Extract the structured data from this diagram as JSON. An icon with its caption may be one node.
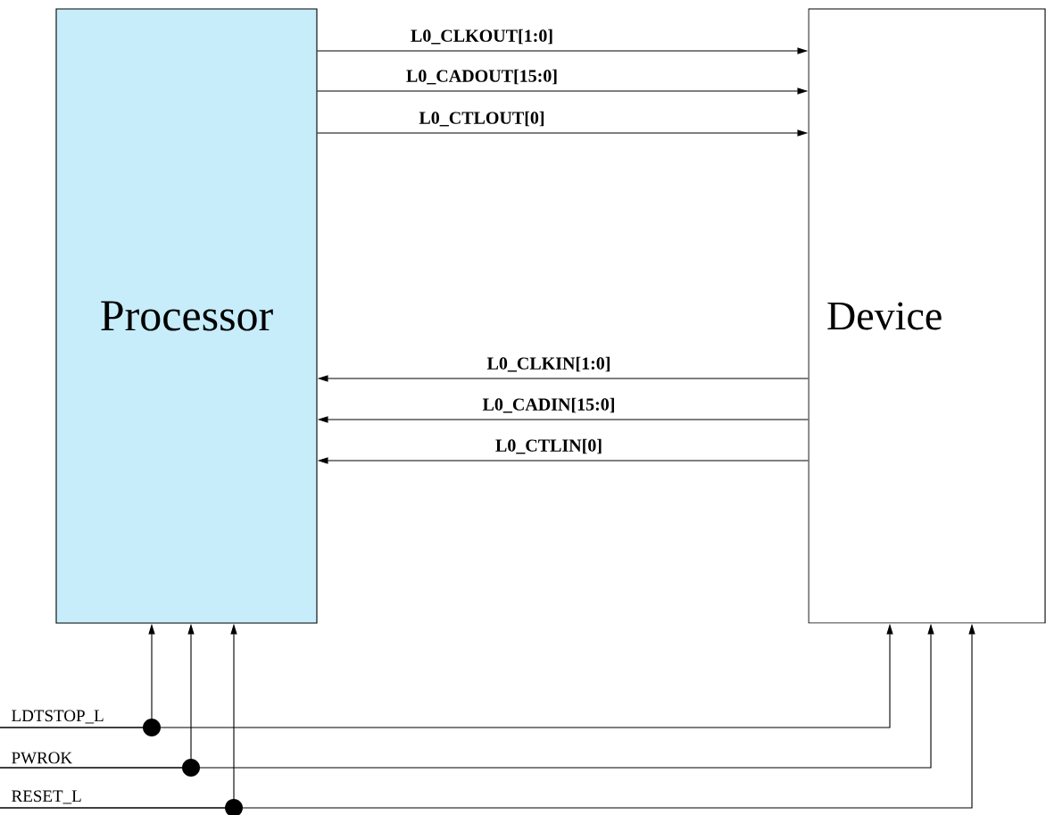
{
  "diagram": {
    "nodes": [
      {
        "text": [
          "Processor"
        ]
      },
      {
        "text": [
          "Device"
        ]
      },
      {
        "text": [
          "LDTSTOP_L"
        ]
      },
      {
        "text": [
          "PWROK"
        ]
      },
      {
        "text": [
          "RESET_L"
        ]
      }
    ],
    "edges": [
      {
        "from": 0,
        "to": 1,
        "arrow": "to",
        "label": "L0_CLKOUT[1:0]"
      },
      {
        "from": 0,
        "to": 1,
        "arrow": "to",
        "label": "L0_CADOUT[15:0]"
      },
      {
        "from": 0,
        "to": 1,
        "arrow": "to",
        "label": "L0_CTLOUT[0]"
      },
      {
        "from": 1,
        "to": 0,
        "arrow": "to",
        "label": "L0_CLKIN[1:0]"
      },
      {
        "from": 1,
        "to": 0,
        "arrow": "to",
        "label": "L0_CADIN[15:0]"
      },
      {
        "from": 1,
        "to": 0,
        "arrow": "to",
        "label": "L0_CTLIN[0]"
      },
      {
        "from": 2,
        "to": 0,
        "arrow": "to"
      },
      {
        "from": 2,
        "to": 1,
        "arrow": "to"
      },
      {
        "from": 3,
        "to": 0,
        "arrow": "to"
      },
      {
        "from": 3,
        "to": 1,
        "arrow": "to"
      },
      {
        "from": 4,
        "to": 0,
        "arrow": "to"
      },
      {
        "from": 4,
        "to": 1,
        "arrow": "to"
      }
    ]
  }
}
